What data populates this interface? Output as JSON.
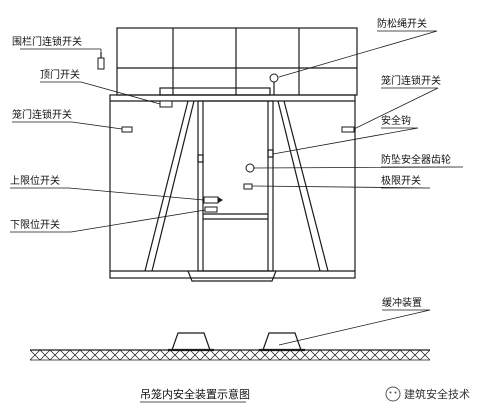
{
  "labels": {
    "fence_lock_switch": "围栏门连锁开关",
    "top_door_switch": "顶门开关",
    "cage_door_lock_left": "笼门连锁开关",
    "upper_limit_switch": "上限位开关",
    "lower_limit_switch": "下限位开关",
    "slack_rope_switch": "防松绳开关",
    "cage_door_lock_right": "笼门连锁开关",
    "safety_hook": "安全钩",
    "anti_fall_gear": "防坠安全器齿轮",
    "limit_switch": "极限开关",
    "buffer_device": "缓冲装置"
  },
  "caption": "吊笼内安全装置示意图",
  "watermark": "建筑安全技术",
  "icons": {
    "watermark_logo": "wechat-logo-icon"
  }
}
